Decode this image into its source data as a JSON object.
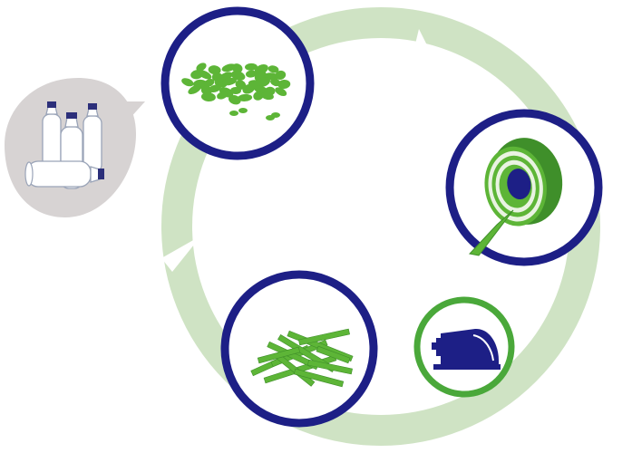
{
  "diagram": {
    "kind": "recycling-cycle",
    "colors": {
      "background": "#ffffff",
      "cycle_arrow": "#cfe3c4",
      "node_ring_primary": "#1d1f86",
      "node_ring_secondary": "#4aa83a",
      "node_fill": "#ffffff",
      "material_green": "#5db537",
      "material_green_dark": "#3f8f2a",
      "machine_navy": "#1d1f86",
      "bottle_bubble": "#d7d3d3",
      "bottle_fill": "#ffffff",
      "bottle_outline": "#9aa4b8",
      "bottle_cap": "#2c2f7a"
    },
    "stages": [
      {
        "id": "source",
        "icon": "plastic-bottles-icon",
        "ring": "none"
      },
      {
        "id": "flakes",
        "icon": "plastic-flakes-icon",
        "ring": "primary"
      },
      {
        "id": "strapping-roll",
        "icon": "tape-roll-icon",
        "ring": "primary"
      },
      {
        "id": "machine",
        "icon": "extruder-machine-icon",
        "ring": "secondary"
      },
      {
        "id": "shredded-strips",
        "icon": "shredded-strips-icon",
        "ring": "primary"
      }
    ]
  }
}
